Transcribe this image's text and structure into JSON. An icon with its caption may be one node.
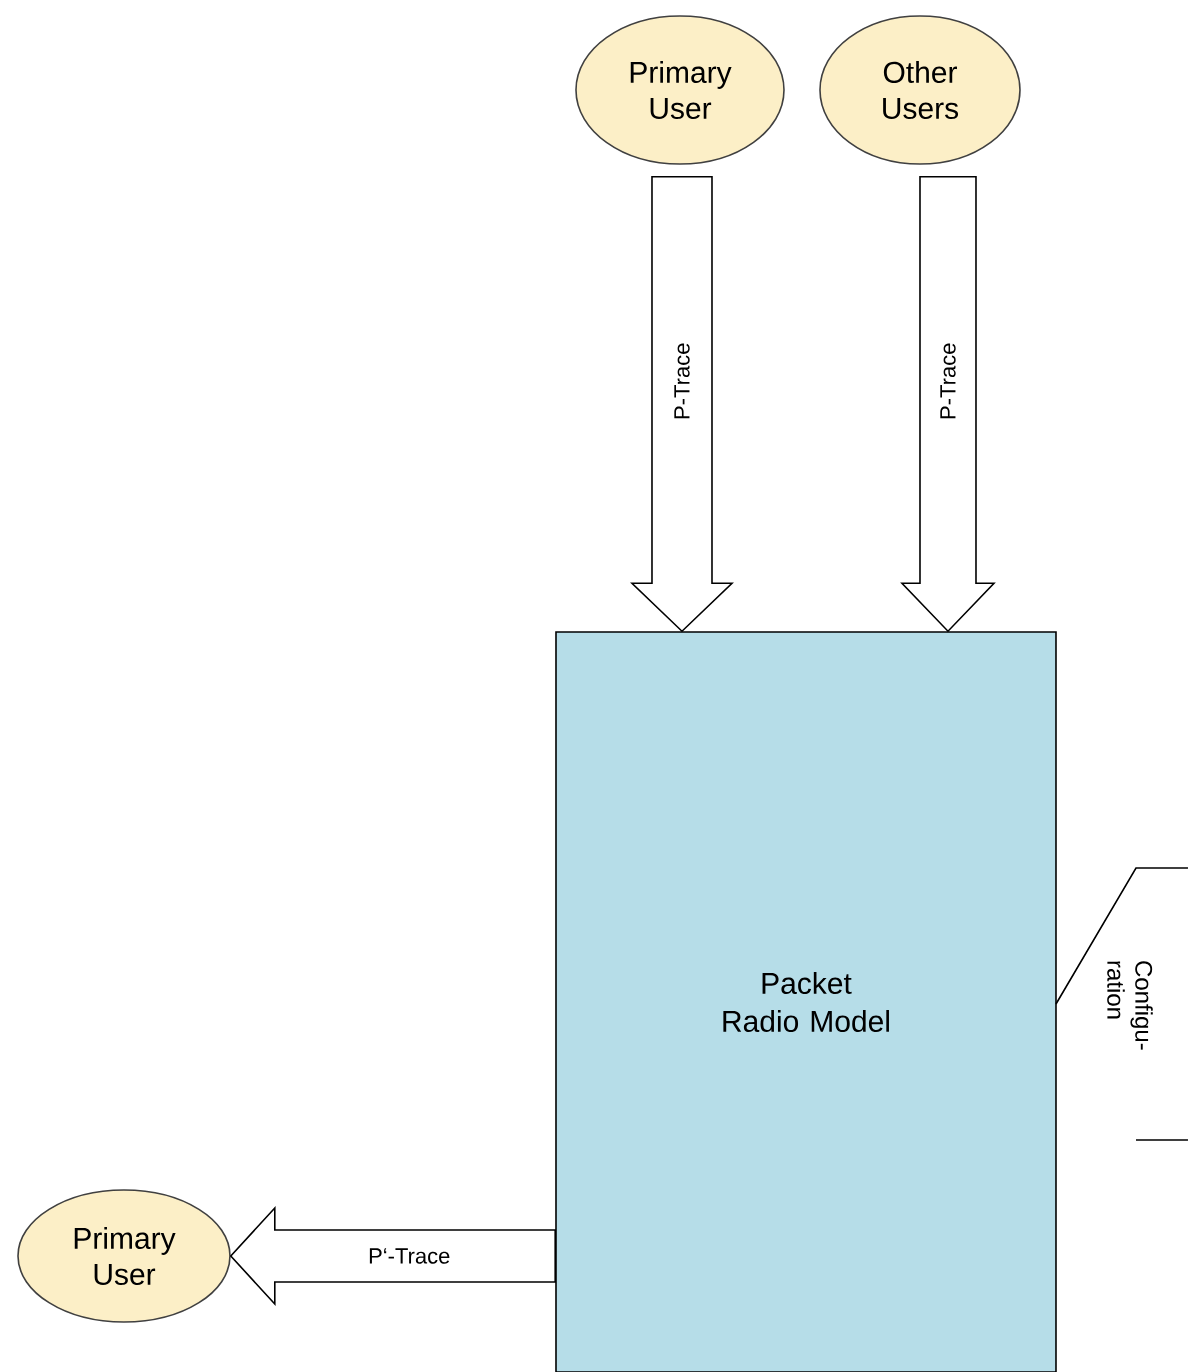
{
  "diagram": {
    "nodes": [
      {
        "text": [
          "Primary User"
        ]
      },
      {
        "text": [
          "Other Users"
        ]
      },
      {
        "text": [
          "Packet Radio Model"
        ]
      },
      {
        "text": [
          "Configu- ration"
        ]
      },
      {
        "text": [
          "Primary User"
        ]
      }
    ],
    "edges": [
      {
        "from": 0,
        "to": 2,
        "arrow": "to",
        "label": "P-Trace"
      },
      {
        "from": 1,
        "to": 2,
        "arrow": "to",
        "label": "P-Trace"
      },
      {
        "from": 2,
        "to": 4,
        "arrow": "to",
        "label": "P‘-Trace"
      }
    ]
  }
}
